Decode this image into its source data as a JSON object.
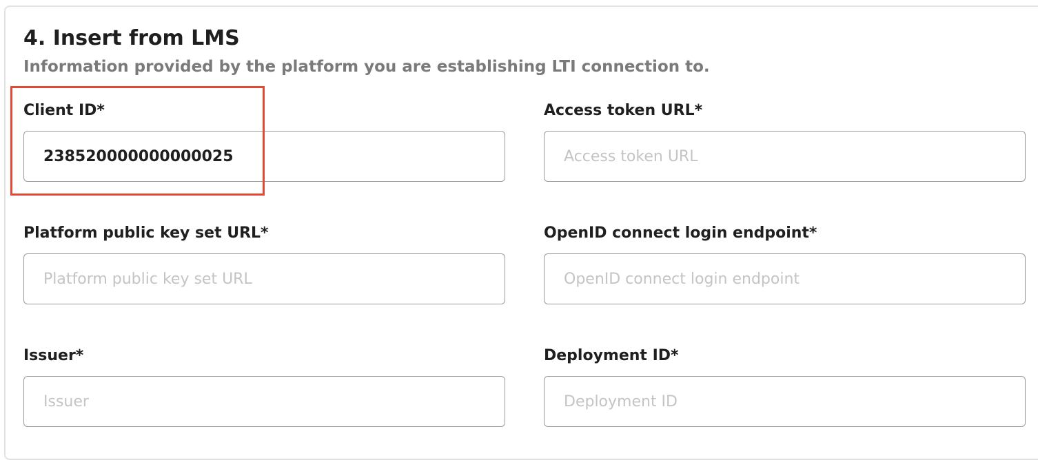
{
  "section": {
    "title": "4. Insert from LMS",
    "subtitle": "Information provided by the platform you are establishing LTI connection to."
  },
  "fields": {
    "client_id": {
      "label": "Client ID*",
      "value": "238520000000000025",
      "placeholder": ""
    },
    "access_token_url": {
      "label": "Access token URL*",
      "value": "",
      "placeholder": "Access token URL"
    },
    "platform_public_key_set_url": {
      "label": "Platform public key set URL*",
      "value": "",
      "placeholder": "Platform public key set URL"
    },
    "openid_connect_login_endpoint": {
      "label": "OpenID connect login endpoint*",
      "value": "",
      "placeholder": "OpenID connect login endpoint"
    },
    "issuer": {
      "label": "Issuer*",
      "value": "",
      "placeholder": "Issuer"
    },
    "deployment_id": {
      "label": "Deployment ID*",
      "value": "",
      "placeholder": "Deployment ID"
    }
  },
  "colors": {
    "highlight": "#e04a35",
    "input_border": "#9a9a9a",
    "placeholder": "#c4c4c4",
    "subtitle": "#7a7a7a"
  }
}
